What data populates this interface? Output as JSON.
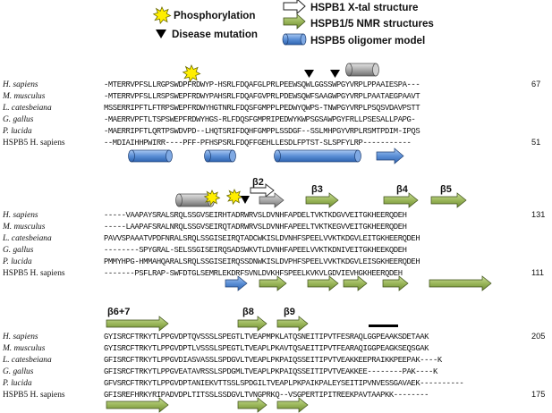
{
  "legend": {
    "phosphorylation": "Phosphorylation",
    "disease_mutation": "Disease mutation",
    "xtal": "HSPB1 X-tal structure",
    "nmr": "HSPB1/5 NMR structures",
    "oligomer": "HSPB5 oligomer model"
  },
  "colors": {
    "nmr_arrow": "#9bb75a",
    "oligomer_cylinder": "#5b8fd6",
    "xtal_cylinder": "#a6a6a6",
    "phospho_star": "#ffee00"
  },
  "blocks": [
    {
      "rows": [
        {
          "label": "H. sapiens",
          "seq": "-MTERRVPFSLLRGPSWDPFRDWYP-HSRLFDQAFGLPRLPEEWSQWLGGSSWPGYVRPLPPAAIESPA---",
          "end": "67"
        },
        {
          "label": "M. musculus",
          "seq": "-MTERRVPFSLLRSPSWEPFRDWYPAHSRLFDQAFGVPRLPDEWSQWFSAAGWPGYVRPLPAATAEGPAAVT",
          "end": ""
        },
        {
          "label": "L. catesbeiana",
          "seq": "MSSERRIPFTLFTRPSWEPFRDWYHGTNRLFDQSFGMPPLPEDWYQWPS-TNWPGYVRPLPSQSVDAVPSTT",
          "end": ""
        },
        {
          "label": "G. gallus",
          "seq": "-MAERRVPFTLTSPSWEPFRDWYHGS-RLFDQSFGMPRIPEDWYKWPSGSAWPGYFRLLPSESALLPAPG-",
          "end": ""
        },
        {
          "label": "P. lucida",
          "seq": "-MAERRIPFTLQRTPSWDVPD--LHQTSRIFDQHFGMPPLSSDGF--SSLMHPGYVRPLRSMTPDIM-IPQS",
          "end": ""
        },
        {
          "label": "HSPB5 H. sapiens",
          "seq": "--MDIAIHHPWIRR----PFF-PFHSPSRLFDQFFGEHLLESDLFPTST-SLSPFYLRP-----------",
          "end": "51"
        }
      ]
    },
    {
      "rows": [
        {
          "label": "H. sapiens",
          "seq": "-----VAAPAYSRALSRQLSSGVSEIRHTADRWRVSLDVNHFAPDELTVKTKDGVVEITGKHEERQDEH",
          "end": "131"
        },
        {
          "label": "M. musculus",
          "seq": "-----LAAPAFSRALNRQLSSGVSEIRQTADRWRVSLDVNHFAPEELTVKTKEGVVEITGKHEERQDEH",
          "end": ""
        },
        {
          "label": "L. catesbeiana",
          "seq": "PAVVSPAAATVPDFNRALSRQLSSGISEIRQTADCWKISLDVNHFSPEELVVKTKDGVLEITGKHEERQDEH",
          "end": ""
        },
        {
          "label": "G. gallus",
          "seq": "--------SPYGRAL-SELSSGISEIRQSADSWKVTLDVNHFAPEELVVKTKDNIVEITGKHEEKQDEH",
          "end": ""
        },
        {
          "label": "P. lucida",
          "seq": "PMMYHPG-HMMAHQARALSRQLSSGISEIRQSSDNWKISLDVPHFSPEELVVKTKDGVLEISGKHEERQDEH",
          "end": ""
        },
        {
          "label": "HSPB5 H. sapiens",
          "seq": "-------PSFLRAP-SWFDTGLSEMRLEKDRFSVNLDVKHFSPEELKVKVLGDVIEVHGKHEERQDEH",
          "end": "111"
        }
      ]
    },
    {
      "rows": [
        {
          "label": "H. sapiens",
          "seq": "GYISRCFTRKYTLPPGVDPTQVSSSLSPEGTLTVEAPMPKLATQSNEITIPVTFESRAQLGGPEAAKSDETAAK",
          "end": "205"
        },
        {
          "label": "M. musculus",
          "seq": "GYISRCFTRKYTLPPGVDPTLVSSSLSPEGTLTVEAPLPKAVTQSAEITIPVTFEARAQIGGPEAGKSEQSGAK",
          "end": ""
        },
        {
          "label": "L. catesbeiana",
          "seq": "GFISRCFTRKYTLPPGVDIASVASSLSPDGVLTVEAPLPKPAIQSSEITIPVTVEAKKEEPRAIKKPEEPAK----K",
          "end": ""
        },
        {
          "label": "G. gallus",
          "seq": "GFISRCFTRKYTLPPGVEATAVRSSLSPDGMLTVEAPLPKPAIQSSEITIPVTVEAKKEE--------PAK----K",
          "end": ""
        },
        {
          "label": "P. lucida",
          "seq": "GFVSRCFTRKYTLPPGVDPTANIEKVTTSSLSPDGILTVEAPLPKPAIKPALEYSEITIPVNVESSGAVAEK----------",
          "end": ""
        },
        {
          "label": "HSPB5 H. sapiens",
          "seq": "GFISREFHRKYRIPADVDPLTITSSLSSDGVLTVNGPRKQ--VSGPERTIPITREEKPAVTAAPKK--------",
          "end": "175"
        }
      ]
    }
  ],
  "beta_strands": [
    "β2",
    "β3",
    "β4",
    "β5",
    "β6+7",
    "β8",
    "β9"
  ]
}
